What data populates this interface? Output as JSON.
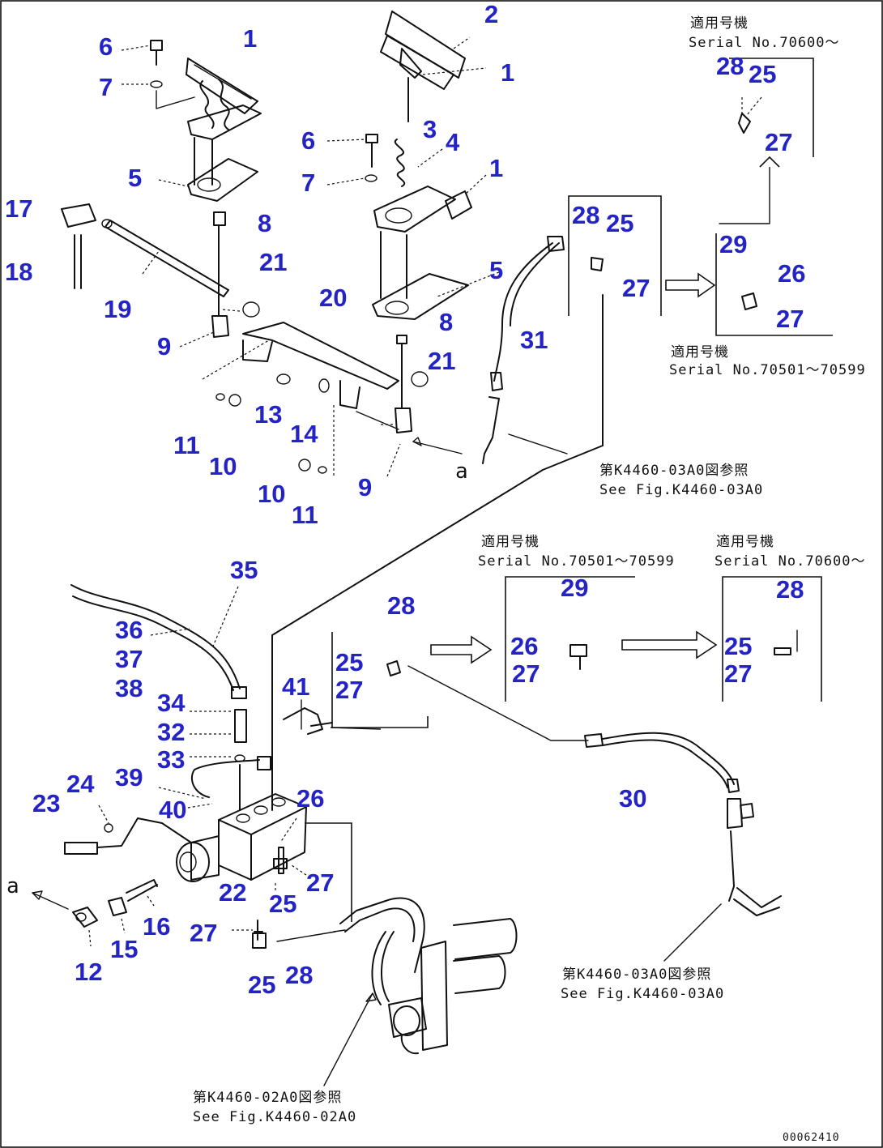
{
  "callouts": [
    {
      "id": "c1a",
      "text": "1"
    },
    {
      "id": "c2",
      "text": "2"
    },
    {
      "id": "c1b",
      "text": "1"
    },
    {
      "id": "c6a",
      "text": "6"
    },
    {
      "id": "c7a",
      "text": "7"
    },
    {
      "id": "c5a",
      "text": "5"
    },
    {
      "id": "c3",
      "text": "3"
    },
    {
      "id": "c4",
      "text": "4"
    },
    {
      "id": "c1c",
      "text": "1"
    },
    {
      "id": "c6b",
      "text": "6"
    },
    {
      "id": "c7b",
      "text": "7"
    },
    {
      "id": "c5b",
      "text": "5"
    },
    {
      "id": "c17",
      "text": "17"
    },
    {
      "id": "c18",
      "text": "18"
    },
    {
      "id": "c19",
      "text": "19"
    },
    {
      "id": "c8a",
      "text": "8"
    },
    {
      "id": "c21a",
      "text": "21"
    },
    {
      "id": "c20",
      "text": "20"
    },
    {
      "id": "c9a",
      "text": "9"
    },
    {
      "id": "c8b",
      "text": "8"
    },
    {
      "id": "c21b",
      "text": "21"
    },
    {
      "id": "c13",
      "text": "13"
    },
    {
      "id": "c14",
      "text": "14"
    },
    {
      "id": "c11a",
      "text": "11"
    },
    {
      "id": "c10a",
      "text": "10"
    },
    {
      "id": "c10b",
      "text": "10"
    },
    {
      "id": "c11b",
      "text": "11"
    },
    {
      "id": "c9b",
      "text": "9"
    },
    {
      "id": "c31",
      "text": "31"
    },
    {
      "id": "c28a",
      "text": "28"
    },
    {
      "id": "c25a",
      "text": "25"
    },
    {
      "id": "c27a",
      "text": "27"
    },
    {
      "id": "c28b",
      "text": "28"
    },
    {
      "id": "c25b",
      "text": "25"
    },
    {
      "id": "c27b",
      "text": "27"
    },
    {
      "id": "c29a",
      "text": "29"
    },
    {
      "id": "c26a",
      "text": "26"
    },
    {
      "id": "c27c",
      "text": "27"
    },
    {
      "id": "c35",
      "text": "35"
    },
    {
      "id": "c36",
      "text": "36"
    },
    {
      "id": "c37",
      "text": "37"
    },
    {
      "id": "c38",
      "text": "38"
    },
    {
      "id": "c34",
      "text": "34"
    },
    {
      "id": "c32",
      "text": "32"
    },
    {
      "id": "c33",
      "text": "33"
    },
    {
      "id": "c41",
      "text": "41"
    },
    {
      "id": "c39",
      "text": "39"
    },
    {
      "id": "c40",
      "text": "40"
    },
    {
      "id": "c23",
      "text": "23"
    },
    {
      "id": "c24",
      "text": "24"
    },
    {
      "id": "c26b",
      "text": "26"
    },
    {
      "id": "c22",
      "text": "22"
    },
    {
      "id": "c27d",
      "text": "27"
    },
    {
      "id": "c25c",
      "text": "25"
    },
    {
      "id": "c16",
      "text": "16"
    },
    {
      "id": "c15",
      "text": "15"
    },
    {
      "id": "c12",
      "text": "12"
    },
    {
      "id": "c27e",
      "text": "27"
    },
    {
      "id": "c25d",
      "text": "25"
    },
    {
      "id": "c28c",
      "text": "28"
    },
    {
      "id": "c28d",
      "text": "28"
    },
    {
      "id": "c25e",
      "text": "25"
    },
    {
      "id": "c27f",
      "text": "27"
    },
    {
      "id": "c29b",
      "text": "29"
    },
    {
      "id": "c26c",
      "text": "26"
    },
    {
      "id": "c27g",
      "text": "27"
    },
    {
      "id": "c28e",
      "text": "28"
    },
    {
      "id": "c25f",
      "text": "25"
    },
    {
      "id": "c27h",
      "text": "27"
    },
    {
      "id": "c30",
      "text": "30"
    }
  ],
  "notes": {
    "serial_top_jp": "適用号機",
    "serial_top": "Serial No.70600～",
    "serial_mid_jp": "適用号機",
    "serial_mid": "Serial No.70501～70599",
    "see_fig_a_jp": "第K4460-03A0図参照",
    "see_fig_a": "See Fig.K4460-03A0",
    "serial_low_left_jp": "適用号機",
    "serial_low_left": "Serial No.70501～70599",
    "serial_low_right_jp": "適用号機",
    "serial_low_right": "Serial No.70600～",
    "see_fig_b_jp": "第K4460-03A0図参照",
    "see_fig_b": "See Fig.K4460-03A0",
    "see_fig_c_jp": "第K4460-02A0図参照",
    "see_fig_c": "See Fig.K4460-02A0",
    "marker_a1": "a",
    "marker_a2": "a",
    "drawing_no": "00062410"
  }
}
